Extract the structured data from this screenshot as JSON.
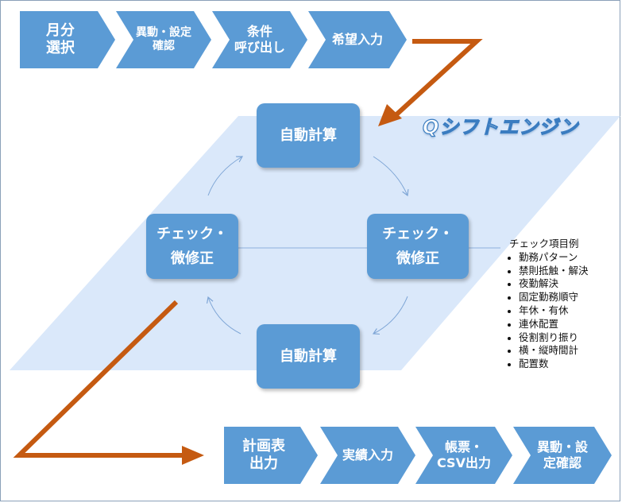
{
  "top_flow": [
    "月分\n選択",
    "異動・設定\n確認",
    "条件\n呼び出し",
    "希望入力"
  ],
  "engine_title": "Qシフトエンジン",
  "cycle": {
    "top": "自動計算",
    "right": "チェック・\n微修正",
    "bottom": "自動計算",
    "left": "チェック・\n微修正"
  },
  "check_list": {
    "title": "チェック項目例",
    "items": [
      "勤務パターン",
      "禁則抵触・解決",
      "夜勤解決",
      "固定勤務順守",
      "年休・有休",
      "連休配置",
      "役割割り振り",
      "横・縦時間計",
      "配置数"
    ]
  },
  "bottom_flow": [
    "計画表\n出力",
    "実績入力",
    "帳票・\nCSV出力",
    "異動・設\n定確認"
  ],
  "colors": {
    "box": "#5b9bd5",
    "arrow": "#c55a11",
    "plane": "#dae8fa",
    "cycle_arrow": "#7fa6d6"
  }
}
